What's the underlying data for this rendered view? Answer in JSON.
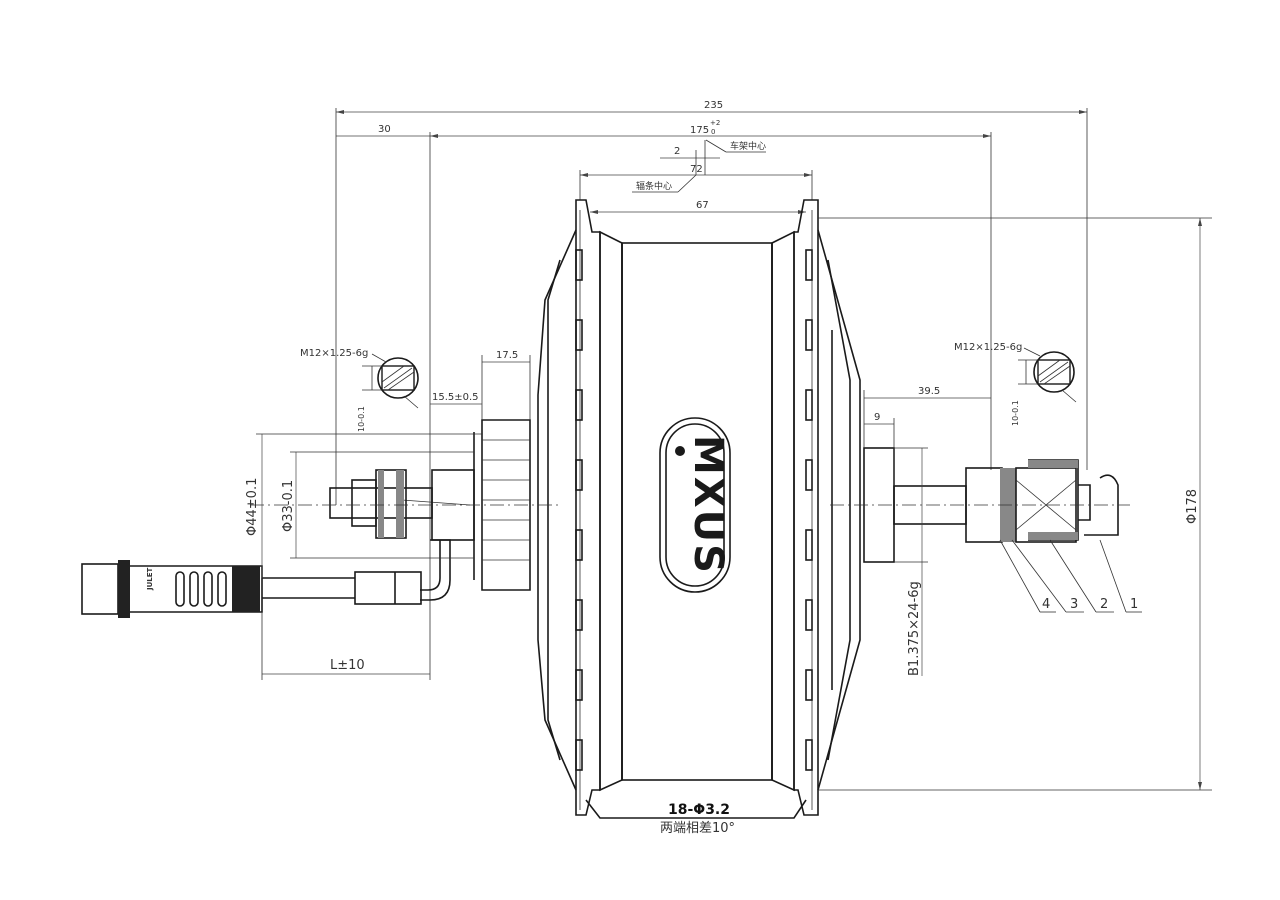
{
  "dimensions": {
    "overall": "235",
    "offset_left": "30",
    "frame_width": "175",
    "frame_tol_upper": "+2",
    "frame_tol_lower": "0",
    "frame_center_label": "车架中心",
    "offset_small": "2",
    "flange_span": "72",
    "spoke_center_label": "辐条中心",
    "shell_width": "67",
    "shaft_left": "17.5",
    "spacer": "15.5±0.5",
    "shaft_right": "39.5",
    "washer": "9",
    "flat_tol_left": "10-0.1",
    "flat_tol_right": "10-0.1",
    "cable_length": "L±10",
    "dia_44": "Φ44±0.1",
    "dia_33": "Φ33-0.1",
    "dia_178": "Φ178",
    "freewheel_thread": "B1.375×24-6g",
    "spoke_holes": "18-Φ3.2",
    "spoke_holes_note": "两端相差10°"
  },
  "threads": {
    "left": "M12×1.25-6g",
    "right": "M12×1.25-6g"
  },
  "brand": {
    "logo": "MXUS",
    "connector": "JULET"
  },
  "part_numbers": [
    "4",
    "3",
    "2",
    "1"
  ]
}
